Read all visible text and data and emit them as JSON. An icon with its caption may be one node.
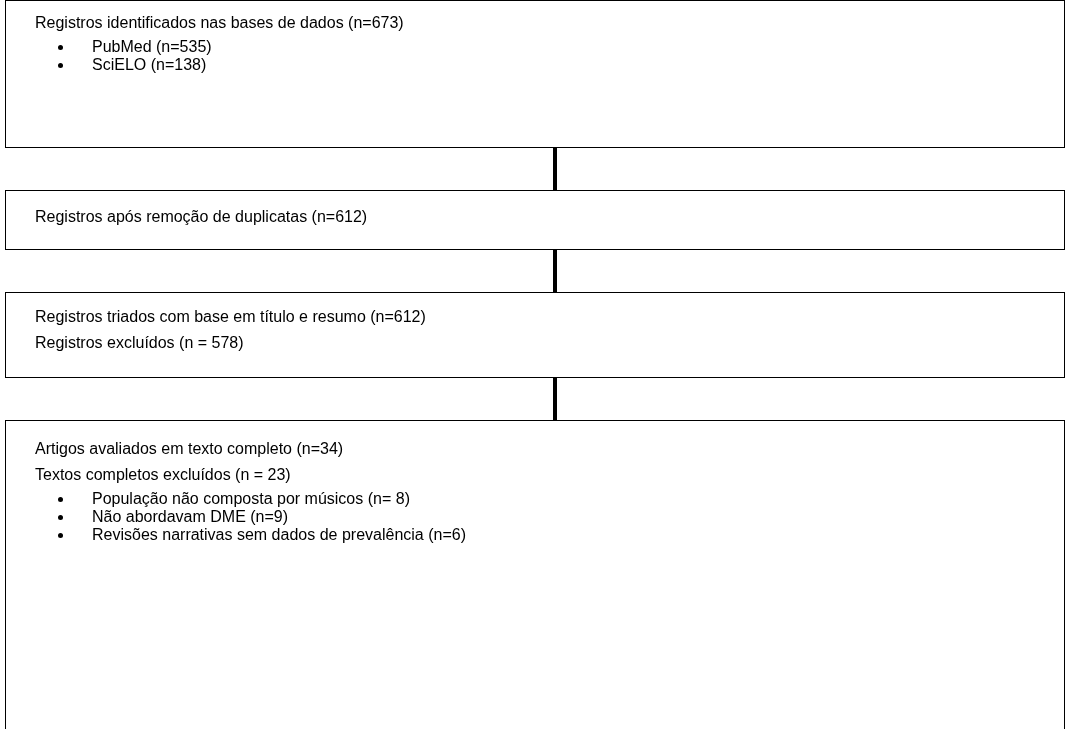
{
  "diagram": {
    "nodes": [
      {
        "text": [
          "Registros identificados nas bases de dados (n=673)",
          "PubMed (n=535)",
          "SciELO (n=138)"
        ]
      },
      {
        "text": [
          "Registros após remoção de duplicatas (n=612)"
        ]
      },
      {
        "text": [
          "Registros triados com base em título e resumo (n=612)",
          "Registros excluídos (n = 578)"
        ]
      },
      {
        "text": [
          "Artigos avaliados em texto completo (n=34)",
          "Textos completos excluídos (n = 23)",
          "População não composta por músicos (n= 8)",
          "Não abordavam DME (n=9)",
          "Revisões narrativas sem dados de prevalência (n=6)"
        ]
      }
    ],
    "edges": [
      {
        "from": 0,
        "to": 1,
        "arrow": "none"
      },
      {
        "from": 1,
        "to": 2,
        "arrow": "none"
      },
      {
        "from": 2,
        "to": 3,
        "arrow": "none"
      }
    ]
  }
}
